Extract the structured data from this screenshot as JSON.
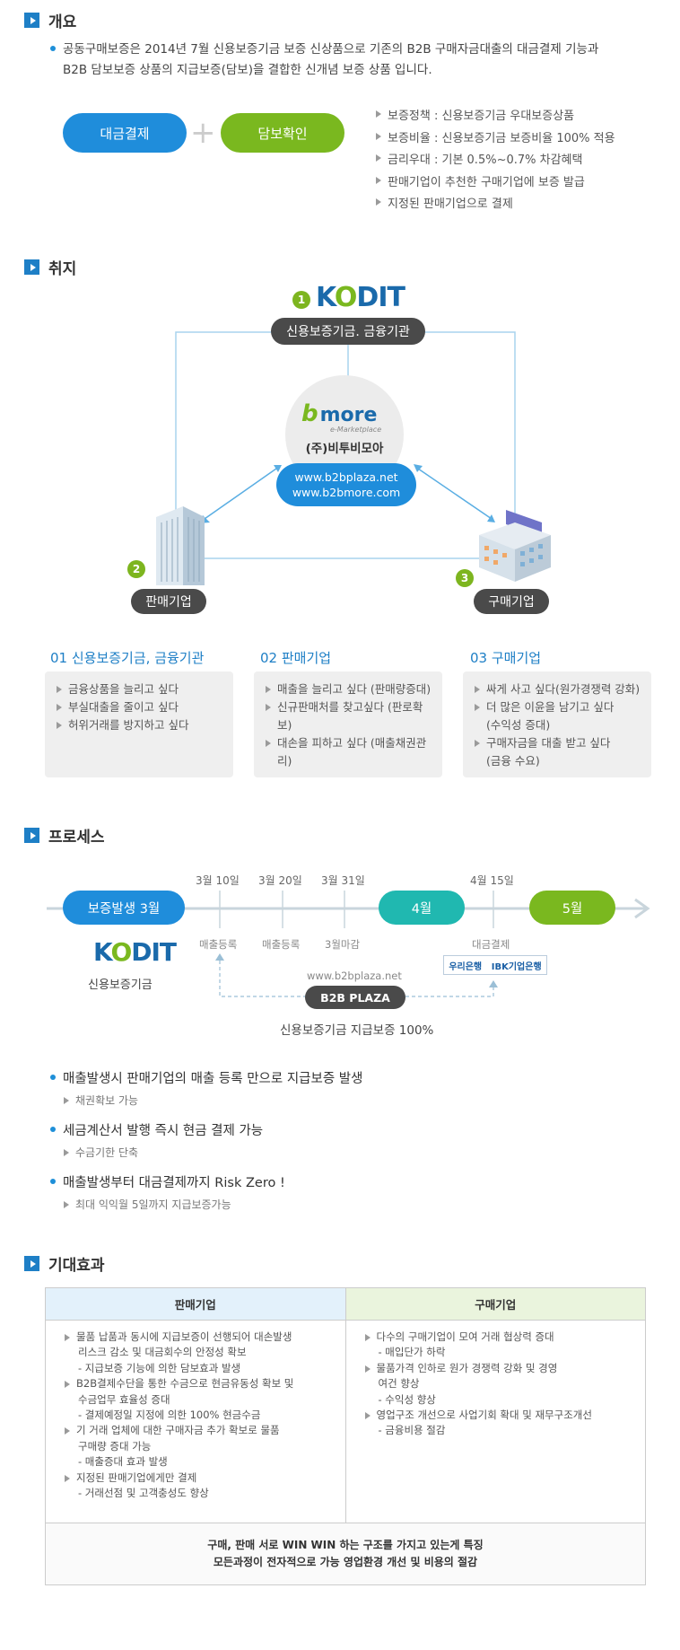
{
  "overview": {
    "title": "개요",
    "desc_line1": "공동구매보증은 2014년 7월 신용보증기금 보증 신상품으로 기존의 B2B 구매자금대출의 대금결제 기능과",
    "desc_line2": "B2B 담보보증 상품의 지급보증(담보)을 결합한 신개념 보증 상품 입니다.",
    "pill_left": "대금결제",
    "pill_right": "담보확인",
    "features": [
      "보증정책 : 신용보증기금 우대보증상품",
      "보증비율 : 신용보증기금 보증비율 100% 적용",
      "금리우대 : 기본 0.5%~0.7% 차감혜택",
      "판매기업이 추천한 구매기업에 보증 발급",
      "지정된 판매기업으로 결제"
    ],
    "colors": {
      "blue": "#1f8ddb",
      "green": "#7ab81f"
    }
  },
  "purpose": {
    "title": "취지",
    "kodit_logo": "KODIT",
    "node1_num": "1",
    "node1_label": "신용보증기금. 금융기관",
    "center_logo": "more",
    "center_logo_sub": "e-Marketplace",
    "center_company": "(주)비투비모아",
    "center_url1": "www.b2bplaza.net",
    "center_url2": "www.b2bmore.com",
    "node2_num": "2",
    "node2_label": "판매기업",
    "node3_num": "3",
    "node3_label": "구매기업",
    "boxes": [
      {
        "title": "01 신용보증기금, 금융기관",
        "items": [
          "금융상품을 늘리고 싶다",
          "부실대출을 줄이고 싶다",
          "허위거래를 방지하고 싶다"
        ]
      },
      {
        "title": "02 판매기업",
        "items": [
          "매출을 늘리고 싶다 (판매량증대)",
          "신규판매처를 찾고싶다 (판로확보)",
          "대손을 피하고 싶다 (매출채권관리)"
        ]
      },
      {
        "title": "03 구매기업",
        "items": [
          "싸게 사고 싶다(원가경쟁력 강화)",
          "더 많은 이윤을 남기고 싶다",
          "구매자금을 대출 받고 싶다"
        ],
        "subs": [
          "(수익성 증대)",
          "(금융 수요)"
        ]
      }
    ]
  },
  "process": {
    "title": "프로세스",
    "start_pill": "보증발생 3월",
    "apr_pill": "4월",
    "may_pill": "5월",
    "dates": [
      "3월 10일",
      "3월 20일",
      "3월 31일",
      "4월 15일"
    ],
    "events": [
      "매출등록",
      "매출등록",
      "3월마감",
      "대금결제"
    ],
    "kodit_logo": "KODIT",
    "kodit_label": "신용보증기금",
    "plaza_url": "www.b2bplaza.net",
    "plaza_pill": "B2B PLAZA",
    "guarantee_label": "신용보증기금 지급보증 100%",
    "bank1": "우리은행",
    "bank2": "IBK기업은행",
    "bullets": [
      {
        "text": "매출발생시 판매기업의 매출 등록 만으로 지급보증 발생",
        "note": "채권확보 가능"
      },
      {
        "text": "세금계산서 발행 즉시 현금 결제 가능",
        "note": "수금기한 단축"
      },
      {
        "text": "매출발생부터 대금결제까지 Risk Zero !",
        "note": "최대 익익월 5일까지 지급보증가능"
      }
    ]
  },
  "effects": {
    "title": "기대효과",
    "col_seller": "판매기업",
    "col_buyer": "구매기업",
    "seller_lines": [
      {
        "t": "물품 납품과 동시에 지급보증이 선행되어 대손발생",
        "tri": true
      },
      {
        "t": "리스크 감소 및 대금회수의 안정성 확보",
        "tri": false
      },
      {
        "t": "- 지급보증 기능에 의한 담보효과 발생",
        "tri": false
      },
      {
        "t": "B2B결제수단을 통한 수금으로 현금유동성 확보 및",
        "tri": true
      },
      {
        "t": "수금업무 효율성 증대",
        "tri": false
      },
      {
        "t": "- 결제예정일 지정에 의한 100% 현금수금",
        "tri": false
      },
      {
        "t": "기 거래 업체에 대한 구매자금 추가 확보로 물품",
        "tri": true
      },
      {
        "t": "구매량 증대 가능",
        "tri": false
      },
      {
        "t": "- 매출증대 효과 발생",
        "tri": false
      },
      {
        "t": "지정된 판매기업에게만 결제",
        "tri": true
      },
      {
        "t": "- 거래선점 및 고객충성도 향상",
        "tri": false
      }
    ],
    "buyer_lines": [
      {
        "t": "다수의 구매기업이 모여 거래 협상력 증대",
        "tri": true
      },
      {
        "t": "- 매입단가 하락",
        "tri": false
      },
      {
        "t": "물품가격 인하로 원가 경쟁력 강화 및 경영",
        "tri": true
      },
      {
        "t": "여건 향상",
        "tri": false
      },
      {
        "t": "- 수익성 향상",
        "tri": false
      },
      {
        "t": "영업구조 개선으로 사업기회 확대 및 재무구조개선",
        "tri": true
      },
      {
        "t": "-  금융비용 절감",
        "tri": false
      }
    ],
    "footer_line1": "구매, 판매 서로 WIN WIN 하는 구조를 가지고 있는게 특징",
    "footer_line2": "모든과정이 전자적으로 가능 영업환경 개선 및 비용의 절감",
    "colors": {
      "seller_head": "#e3f1fb",
      "buyer_head": "#eaf4dd"
    }
  }
}
